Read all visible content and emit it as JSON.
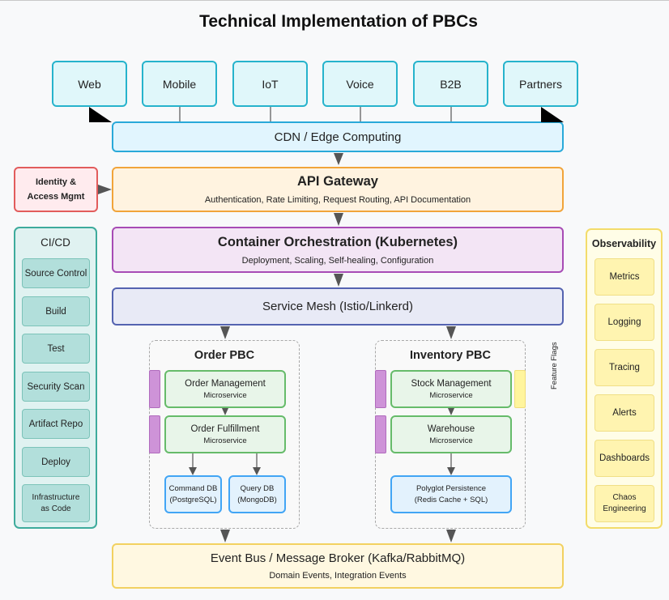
{
  "title": "Technical Implementation of PBCs",
  "clients": [
    "Web",
    "Mobile",
    "IoT",
    "Voice",
    "B2B",
    "Partners"
  ],
  "cdn": "CDN / Edge Computing",
  "iam": {
    "line1": "Identity &",
    "line2": "Access Mgmt"
  },
  "gateway": {
    "title": "API Gateway",
    "subtitle": "Authentication, Rate Limiting, Request Routing, API Documentation"
  },
  "orchestration": {
    "title": "Container Orchestration (Kubernetes)",
    "subtitle": "Deployment, Scaling, Self-healing, Configuration"
  },
  "service_mesh": "Service Mesh (Istio/Linkerd)",
  "cicd": {
    "title": "CI/CD",
    "items": [
      "Source Control",
      "Build",
      "Test",
      "Security Scan",
      "Artifact Repo",
      "Deploy",
      "Infrastructure",
      "as Code"
    ]
  },
  "observability": {
    "title": "Observability",
    "items": [
      "Metrics",
      "Logging",
      "Tracing",
      "Alerts",
      "Dashboards",
      "Chaos",
      "Engineering"
    ]
  },
  "order_pbc": {
    "title": "Order PBC",
    "services": [
      {
        "name": "Order Management",
        "type": "Microservice"
      },
      {
        "name": "Order Fulfillment",
        "type": "Microservice"
      }
    ],
    "dbs": [
      {
        "line1": "Command DB",
        "line2": "(PostgreSQL)"
      },
      {
        "line1": "Query DB",
        "line2": "(MongoDB)"
      }
    ]
  },
  "inventory_pbc": {
    "title": "Inventory PBC",
    "services": [
      {
        "name": "Stock Management",
        "type": "Microservice"
      },
      {
        "name": "Warehouse",
        "type": "Microservice"
      }
    ],
    "db": {
      "line1": "Polyglot Persistence",
      "line2": "(Redis Cache + SQL)"
    }
  },
  "feature_flags": "Feature Flags",
  "event_bus": {
    "title": "Event Bus / Message Broker (Kafka/RabbitMQ)",
    "subtitle": "Domain Events, Integration Events"
  },
  "colors": {
    "client_border": "#26b3cc",
    "gateway_border": "#f1a43a",
    "orchestration_border": "#a74bb5",
    "mesh_border": "#5463b0",
    "cicd_border": "#3eab9c",
    "observability_border": "#f3dc6a",
    "microservice_border": "#66bb6a",
    "db_border": "#42a5f5",
    "iam_border": "#e25c5c",
    "arrow": "#555555"
  }
}
